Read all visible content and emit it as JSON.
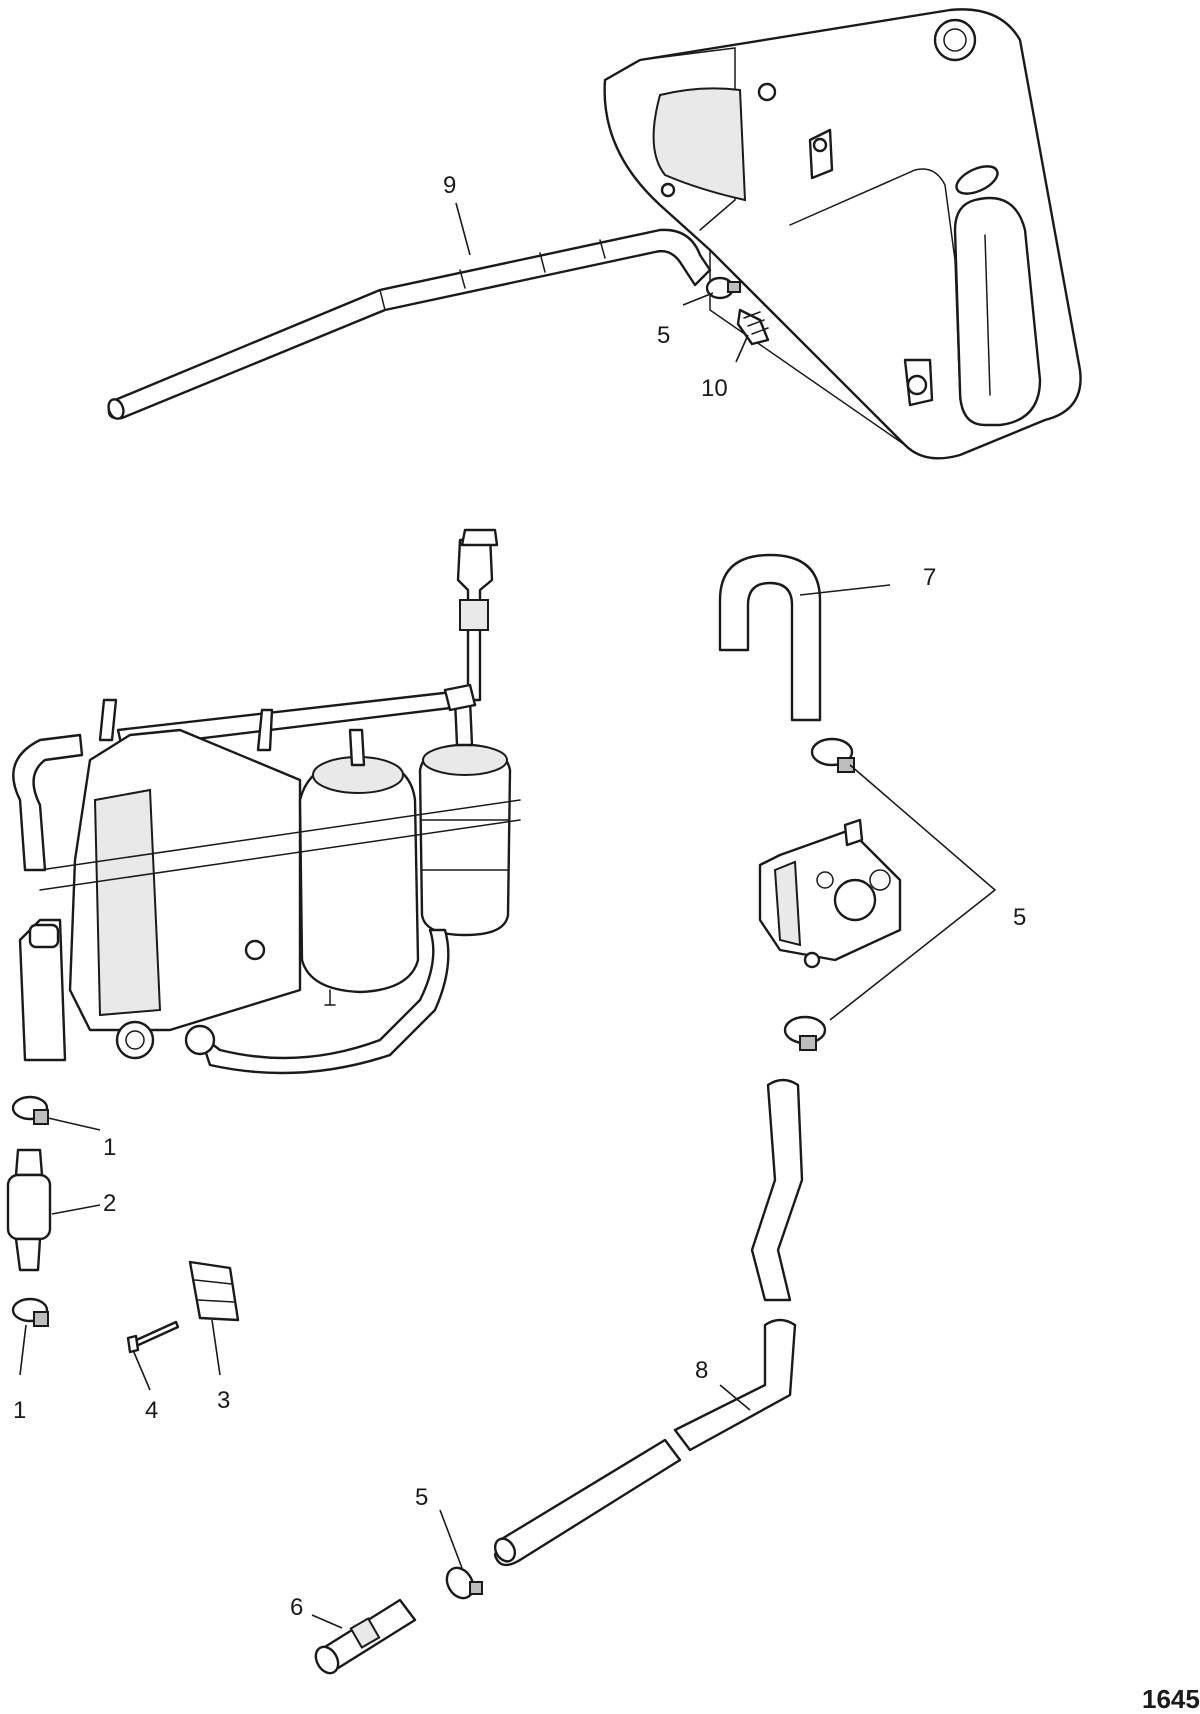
{
  "diagram": {
    "callouts": [
      {
        "id": "callout-9",
        "label": "9"
      },
      {
        "id": "callout-5-top",
        "label": "5"
      },
      {
        "id": "callout-10",
        "label": "10"
      },
      {
        "id": "callout-7",
        "label": "7"
      },
      {
        "id": "callout-5-right",
        "label": "5"
      },
      {
        "id": "callout-1-upper",
        "label": "1"
      },
      {
        "id": "callout-2",
        "label": "2"
      },
      {
        "id": "callout-1-lower",
        "label": "1"
      },
      {
        "id": "callout-4",
        "label": "4"
      },
      {
        "id": "callout-3",
        "label": "3"
      },
      {
        "id": "callout-8",
        "label": "8"
      },
      {
        "id": "callout-5-bottom",
        "label": "5"
      },
      {
        "id": "callout-6",
        "label": "6"
      }
    ],
    "figure_number": "1645"
  }
}
